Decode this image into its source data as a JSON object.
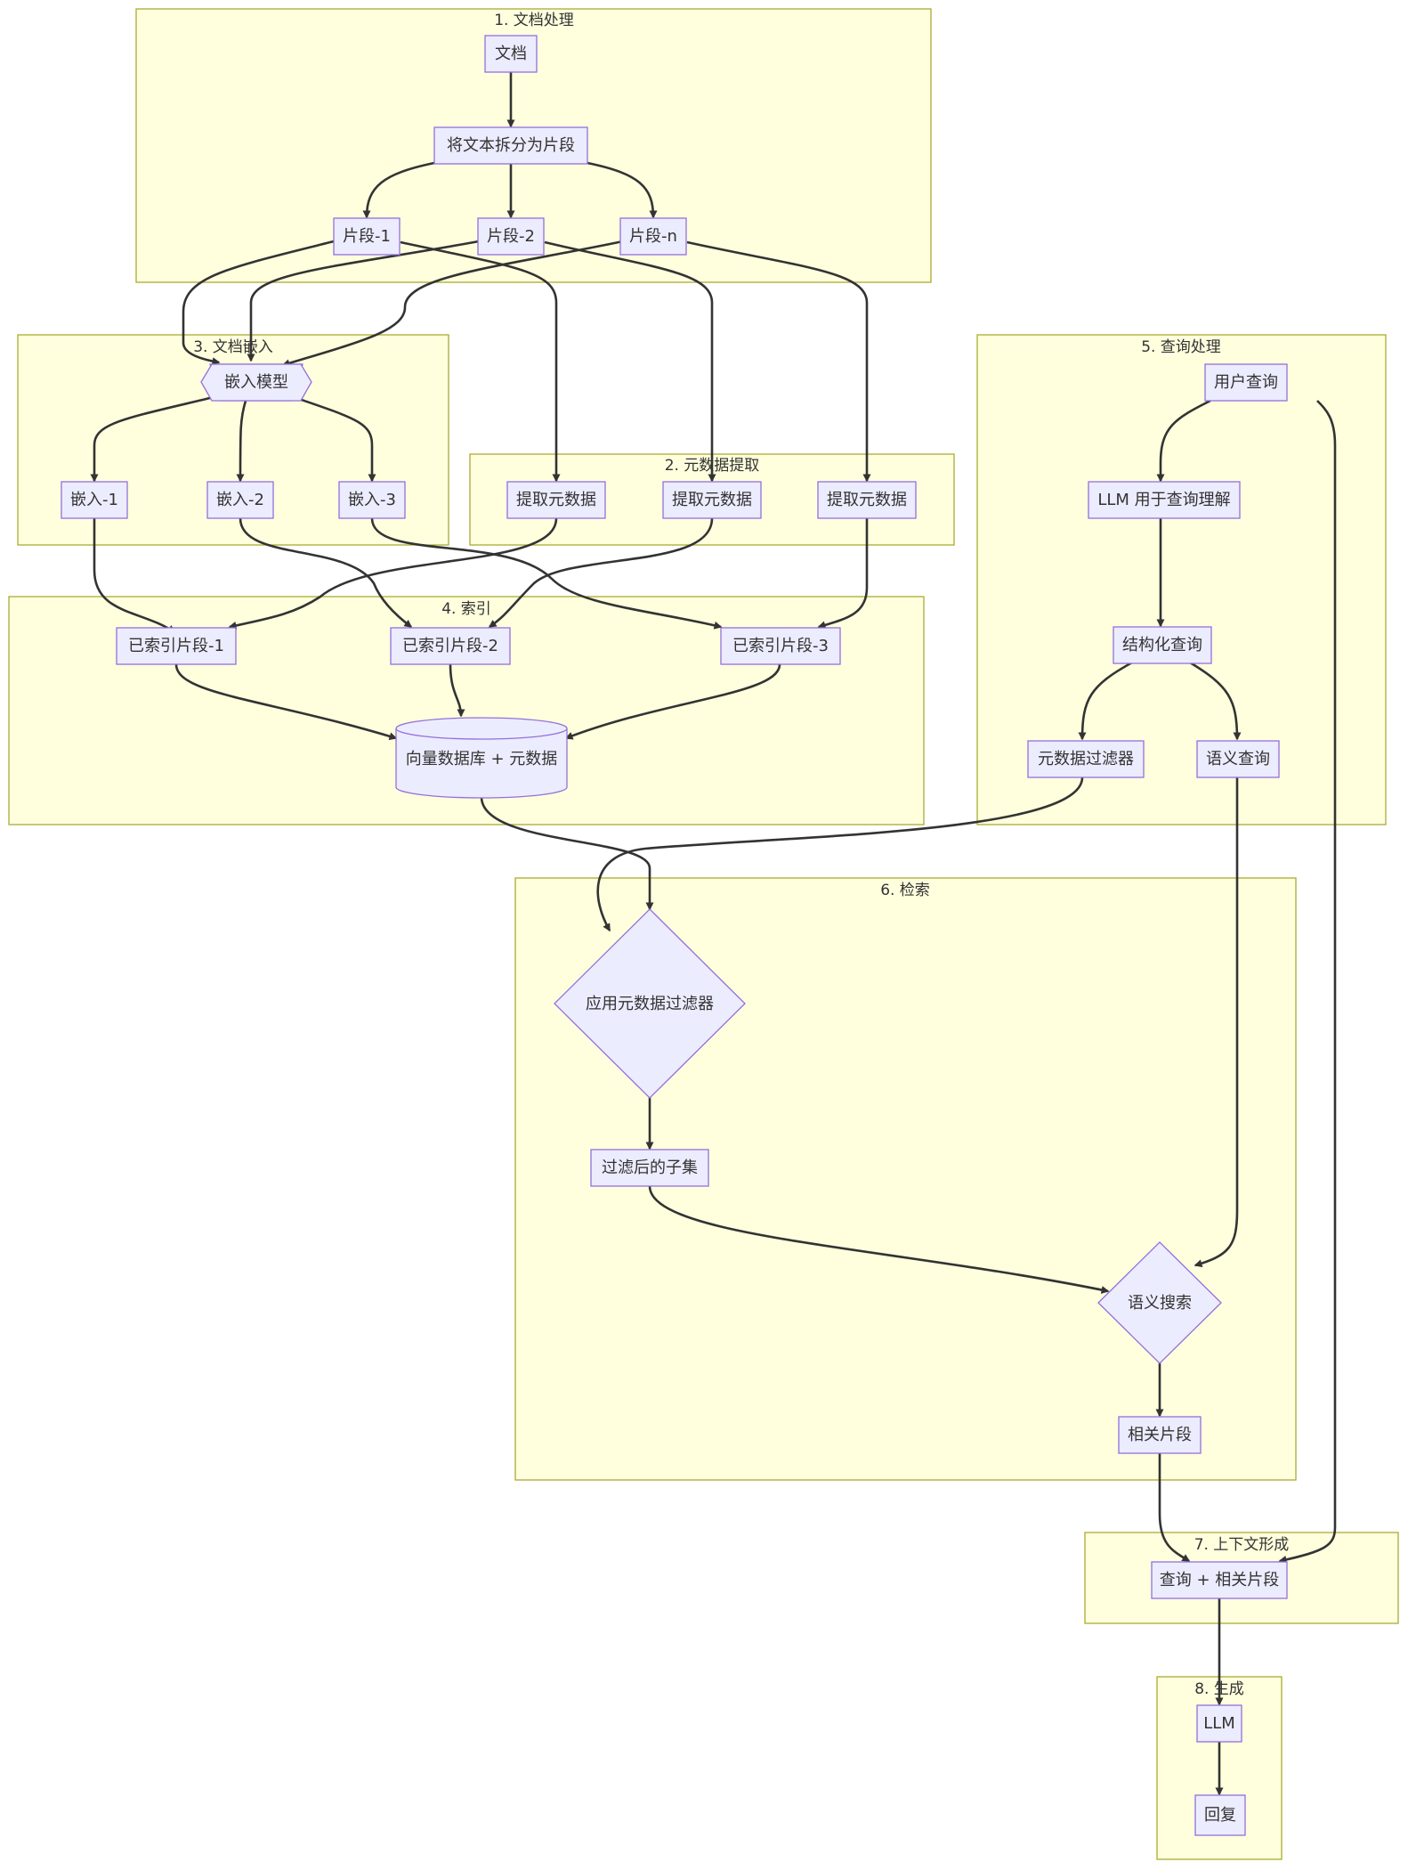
{
  "clusters": {
    "doc_processing": "1. 文档处理",
    "metadata_extraction": "2. 元数据提取",
    "doc_embedding": "3. 文档嵌入",
    "indexing": "4. 索引",
    "query_processing": "5. 查询处理",
    "retrieval": "6. 检索",
    "context_formation": "7. 上下文形成",
    "generation": "8. 生成"
  },
  "nodes": {
    "document": "文档",
    "split": "将文本拆分为片段",
    "chunk1": "片段-1",
    "chunk2": "片段-2",
    "chunkn": "片段-n",
    "embed_model": "嵌入模型",
    "embed1": "嵌入-1",
    "embed2": "嵌入-2",
    "embed3": "嵌入-3",
    "extract1": "提取元数据",
    "extract2": "提取元数据",
    "extract3": "提取元数据",
    "indexed1": "已索引片段-1",
    "indexed2": "已索引片段-2",
    "indexed3": "已索引片段-3",
    "vector_db": "向量数据库 + 元数据",
    "user_query": "用户查询",
    "llm_understanding": "LLM 用于查询理解",
    "structured_query": "结构化查询",
    "metadata_filter": "元数据过滤器",
    "semantic_query": "语义查询",
    "apply_filter": "应用元数据过滤器",
    "filtered_subset": "过滤后的子集",
    "semantic_search": "语义搜索",
    "relevant_chunks": "相关片段",
    "query_plus_chunks": "查询 + 相关片段",
    "llm": "LLM",
    "reply": "回复"
  },
  "edges": [
    [
      "document",
      "split"
    ],
    [
      "split",
      "chunk1"
    ],
    [
      "split",
      "chunk2"
    ],
    [
      "split",
      "chunkn"
    ],
    [
      "chunk1",
      "embed_model"
    ],
    [
      "chunk2",
      "embed_model"
    ],
    [
      "chunkn",
      "embed_model"
    ],
    [
      "chunk1",
      "extract1"
    ],
    [
      "chunk2",
      "extract2"
    ],
    [
      "chunkn",
      "extract3"
    ],
    [
      "embed_model",
      "embed1"
    ],
    [
      "embed_model",
      "embed2"
    ],
    [
      "embed_model",
      "embed3"
    ],
    [
      "embed1",
      "indexed1"
    ],
    [
      "embed2",
      "indexed2"
    ],
    [
      "embed3",
      "indexed3"
    ],
    [
      "extract1",
      "indexed1"
    ],
    [
      "extract2",
      "indexed2"
    ],
    [
      "extract3",
      "indexed3"
    ],
    [
      "indexed1",
      "vector_db"
    ],
    [
      "indexed2",
      "vector_db"
    ],
    [
      "indexed3",
      "vector_db"
    ],
    [
      "user_query",
      "llm_understanding"
    ],
    [
      "llm_understanding",
      "structured_query"
    ],
    [
      "structured_query",
      "metadata_filter"
    ],
    [
      "structured_query",
      "semantic_query"
    ],
    [
      "vector_db",
      "apply_filter"
    ],
    [
      "metadata_filter",
      "apply_filter"
    ],
    [
      "apply_filter",
      "filtered_subset"
    ],
    [
      "filtered_subset",
      "semantic_search"
    ],
    [
      "semantic_query",
      "semantic_search"
    ],
    [
      "semantic_search",
      "relevant_chunks"
    ],
    [
      "relevant_chunks",
      "query_plus_chunks"
    ],
    [
      "user_query",
      "query_plus_chunks"
    ],
    [
      "query_plus_chunks",
      "llm"
    ],
    [
      "llm",
      "reply"
    ]
  ]
}
